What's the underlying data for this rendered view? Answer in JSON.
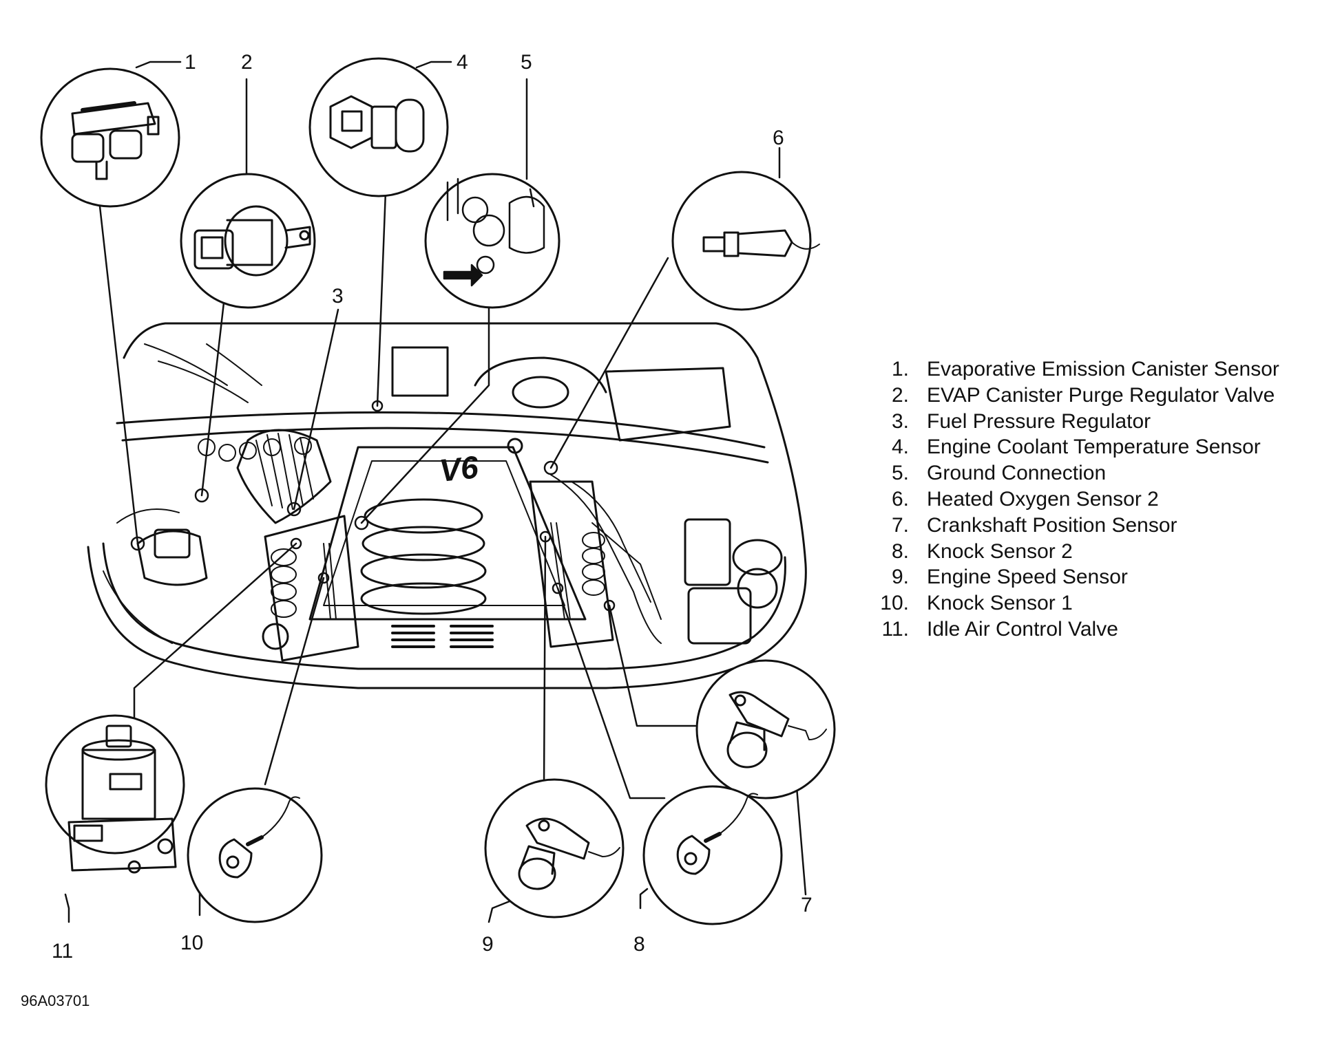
{
  "figure_id": "96A03701",
  "colors": {
    "ink": "#111111",
    "paper": "#ffffff"
  },
  "engine": {
    "badge": "V6"
  },
  "callouts": [
    {
      "number": "1",
      "icon": "evap-canister-sensor-icon"
    },
    {
      "number": "2",
      "icon": "purge-valve-icon"
    },
    {
      "number": "3"
    },
    {
      "number": "4",
      "icon": "coolant-temp-sensor-icon"
    },
    {
      "number": "5",
      "icon": "ground-connection-icon"
    },
    {
      "number": "6",
      "icon": "oxygen-sensor-icon"
    },
    {
      "number": "7",
      "icon": "crankshaft-sensor-icon"
    },
    {
      "number": "8",
      "icon": "knock-sensor-icon"
    },
    {
      "number": "9",
      "icon": "speed-sensor-icon"
    },
    {
      "number": "10",
      "icon": "knock-sensor-icon"
    },
    {
      "number": "11",
      "icon": "idle-air-valve-icon"
    }
  ],
  "legend": [
    {
      "num": "1.",
      "label": "Evaporative Emission Canister Sensor"
    },
    {
      "num": "2.",
      "label": "EVAP Canister Purge Regulator Valve"
    },
    {
      "num": "3.",
      "label": "Fuel Pressure Regulator"
    },
    {
      "num": "4.",
      "label": "Engine Coolant Temperature Sensor"
    },
    {
      "num": "5.",
      "label": "Ground Connection"
    },
    {
      "num": "6.",
      "label": "Heated Oxygen Sensor 2"
    },
    {
      "num": "7.",
      "label": "Crankshaft Position Sensor"
    },
    {
      "num": "8.",
      "label": "Knock Sensor 2"
    },
    {
      "num": "9.",
      "label": "Engine Speed Sensor"
    },
    {
      "num": "10.",
      "label": "Knock Sensor 1"
    },
    {
      "num": "11.",
      "label": "Idle Air Control Valve"
    }
  ]
}
